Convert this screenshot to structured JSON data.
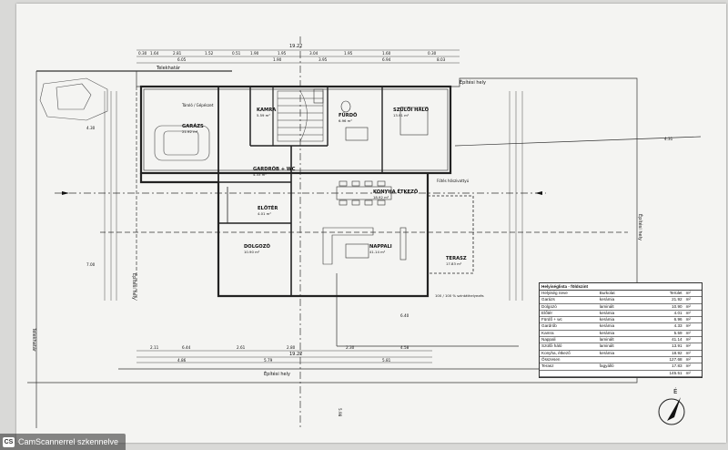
{
  "plan": {
    "top_total": "19.22",
    "top_dims": [
      "0.30",
      "1.64",
      "2.81",
      "1.52",
      "0.51",
      "1.90",
      "1.95",
      "3.04",
      "1.95",
      "1.60",
      "0.30"
    ],
    "top_dims2": [
      "6.05",
      "1.90",
      "3.95",
      "6.94",
      "8.03"
    ],
    "bottom_dims": [
      "2.11",
      "6.44",
      "2.61",
      "2.80",
      "2.30",
      "4.58"
    ],
    "bottom_total": "19.22",
    "bottom_dims2": [
      "4.86",
      "5.79",
      "5.81"
    ],
    "boundary_labels": {
      "telekhatar_top": "Telekhatár",
      "telekhatar_left": "Telekhatár",
      "epitesi_hely_top": "Építési hely",
      "epitesi_hely_bottom": "Építési hely",
      "epitesi_hely_left": "Építési hely",
      "epitesi_hely_right": "Építési hely"
    },
    "site_dims": {
      "left_a": "4.30",
      "right_a": "4.31",
      "bottom_mid": "6.40",
      "bottom_b": "7.00",
      "bottom_c": "5.98"
    },
    "rooms": [
      {
        "id": "kamra",
        "name": "KAMRA",
        "sub": "5.59 m²"
      },
      {
        "id": "furdo",
        "name": "FÜRDŐ",
        "sub": "6.96 m²"
      },
      {
        "id": "halo",
        "name": "SZÜLŐI HÁLÓ",
        "sub": "13.91 m²"
      },
      {
        "id": "garazs",
        "name": "GARÁZS",
        "sub": "21.92 m²"
      },
      {
        "id": "gardrob",
        "name": "GARDRÓB + WC",
        "sub": "4.33 m²"
      },
      {
        "id": "konyha",
        "name": "KONYHA ÉTKEZŐ",
        "sub": "18.92 m²"
      },
      {
        "id": "eloter",
        "name": "ELŐTÉR",
        "sub": "4.01 m²"
      },
      {
        "id": "dolgozo",
        "name": "DOLGOZÓ",
        "sub": "10.90 m²"
      },
      {
        "id": "nappali",
        "name": "NAPPALI",
        "sub": "41.14 m²"
      },
      {
        "id": "terasz",
        "name": "TERASZ",
        "sub": "17.83 m²"
      }
    ],
    "note_top": "Tároló / Gépészet",
    "note_label": "Fűtés hőszivattyú",
    "note_callout": "100 / 100 % szintáthelyezés"
  },
  "legend": {
    "title": "Helyiséglista - földszint",
    "header": [
      "Helyiség neve",
      "Burkolat",
      "Terület",
      "m²"
    ],
    "rows": [
      [
        "Garázs",
        "kerámia",
        "21.92",
        "m²"
      ],
      [
        "Dolgozó",
        "laminált",
        "10.90",
        "m²"
      ],
      [
        "Előtér",
        "kerámia",
        "4.01",
        "m²"
      ],
      [
        "Fürdő + wc",
        "kerámia",
        "6.96",
        "m²"
      ],
      [
        "Gardrób",
        "kerámia",
        "4.33",
        "m²"
      ],
      [
        "Kamra",
        "kerámia",
        "5.59",
        "m²"
      ],
      [
        "Nappali",
        "laminált",
        "41.14",
        "m²"
      ],
      [
        "Szülői háló",
        "laminált",
        "13.91",
        "m²"
      ],
      [
        "Konyha, étkező",
        "kerámia",
        "18.92",
        "m²"
      ],
      [
        "Összesen",
        "",
        "127.68",
        "m²"
      ],
      [
        "Terasz",
        "fagyálló",
        "17.83",
        "m²"
      ],
      [
        "",
        "",
        "145.51",
        "m²"
      ]
    ]
  },
  "north_label": "É",
  "watermark": {
    "badge": "CS",
    "text": "CamScannerrel szkennelve"
  }
}
